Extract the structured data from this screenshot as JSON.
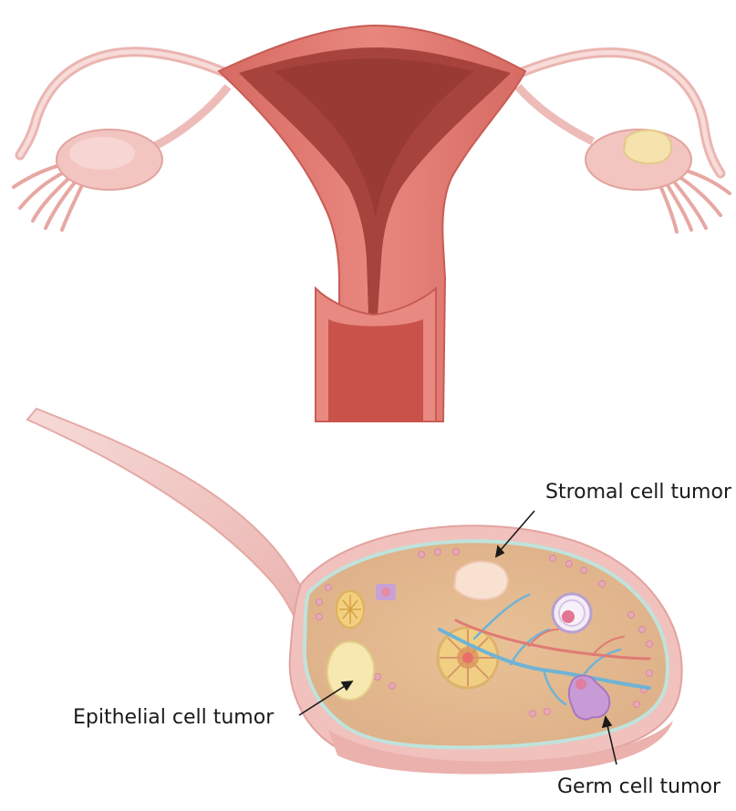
{
  "labels": {
    "stromal": "Stromal cell tumor",
    "epithelial": "Epithelial cell tumor",
    "germ": "Germ cell tumor"
  },
  "colors": {
    "uterus_outer": "#e07f76",
    "uterus_cavity": "#a8433f",
    "uterus_wall": "#c85f58",
    "tube": "#f0c4c0",
    "ovary_body": "#f3d0cb",
    "ovary_stroma": "#e8b98f",
    "ovary_rim": "#c9e6e0",
    "follicle": "#e7b3be",
    "vessel_blue": "#6fb3d6",
    "vessel_red": "#e07a74",
    "tumor_epithelial": "#f6e8b0",
    "tumor_germ": "#c89ad6",
    "tumor_stromal": "#f8e2d2"
  }
}
